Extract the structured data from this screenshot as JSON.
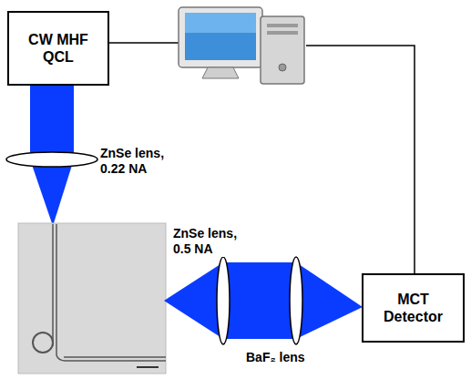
{
  "diagram": {
    "nodes": [
      {
        "text": [
          "CW MHF QCL"
        ]
      },
      {
        "text": [
          "MCT Detector"
        ]
      }
    ],
    "labels": [
      "ZnSe lens, 0.22 NA",
      "ZnSe lens, 0.5 NA",
      "BaF₂ lens"
    ]
  }
}
